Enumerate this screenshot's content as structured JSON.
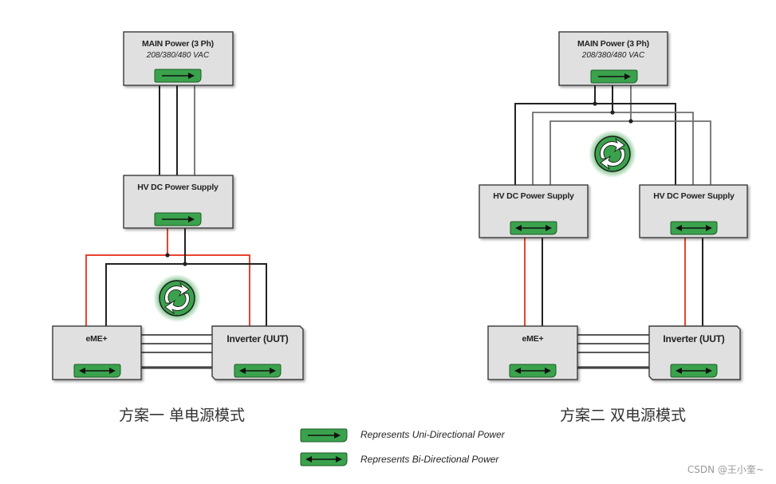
{
  "colors": {
    "box_fill": "#e0e0e0",
    "box_stroke": "#3a3a3a",
    "badge_green": "#3aa24c",
    "red_line": "#e8442f",
    "dark_line": "#222222",
    "gray_line": "#6e6e6e"
  },
  "diagram_left": {
    "main_power": {
      "title": "MAIN Power (3 Ph)",
      "subtitle": "208/380/480 VAC",
      "badge": "uni-directional-arrow"
    },
    "hv_dc_supply": {
      "title": "HV DC Power Supply",
      "badge": "uni-directional-arrow"
    },
    "eme": {
      "title": "eME+",
      "badge": "bi-directional-arrow"
    },
    "inverter": {
      "title": "Inverter (UUT)",
      "badge": "bi-directional-arrow"
    },
    "recycle_icon": "recycle-icon",
    "caption": "方案一 单电源模式"
  },
  "diagram_right": {
    "main_power": {
      "title": "MAIN Power (3 Ph)",
      "subtitle": "208/380/480 VAC",
      "badge": "uni-directional-arrow"
    },
    "hv_dc_supply_left": {
      "title": "HV DC Power Supply",
      "badge": "bi-directional-arrow"
    },
    "hv_dc_supply_right": {
      "title": "HV DC Power Supply",
      "badge": "bi-directional-arrow"
    },
    "eme": {
      "title": "eME+",
      "badge": "bi-directional-arrow"
    },
    "inverter": {
      "title": "Inverter (UUT)",
      "badge": "bi-directional-arrow"
    },
    "recycle_icon": "recycle-icon",
    "caption": "方案二 双电源模式"
  },
  "legend": {
    "items": [
      {
        "icon": "uni-directional-arrow",
        "label": "Represents Uni-Directional Power"
      },
      {
        "icon": "bi-directional-arrow",
        "label": "Represents Bi-Directional Power"
      }
    ]
  },
  "watermark": "CSDN @王小奎~"
}
